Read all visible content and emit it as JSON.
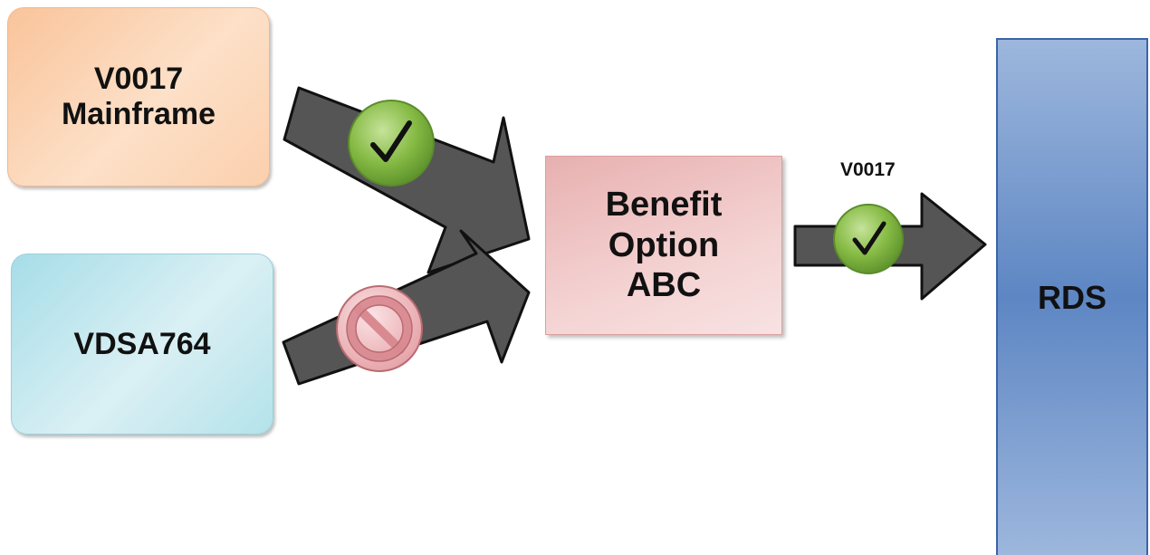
{
  "nodes": {
    "mainframe": {
      "line1": "V0017",
      "line2": "Mainframe"
    },
    "vdsa": {
      "label": "VDSA764"
    },
    "benefit": {
      "line1": "Benefit",
      "line2": "Option",
      "line3": "ABC"
    },
    "rds": {
      "label": "RDS"
    }
  },
  "edges": {
    "output_label": "V0017"
  },
  "colors": {
    "arrow": "#555555",
    "check": "#7fb23c",
    "prohibit": "#e89aa0"
  },
  "icons": [
    "check-badge-icon",
    "prohibited-icon"
  ]
}
